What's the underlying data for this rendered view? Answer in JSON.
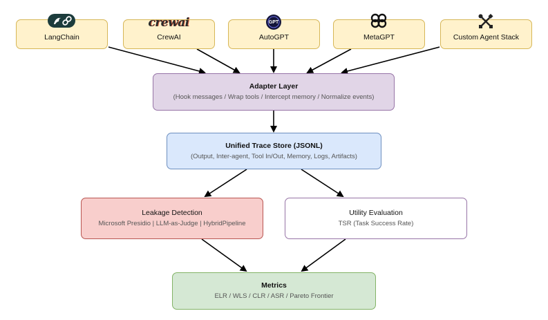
{
  "frameworks": {
    "langchain": "LangChain",
    "crewai_logo": "crewai",
    "crewai": "CrewAI",
    "autogpt_logo": "GPT",
    "autogpt": "AutoGPT",
    "metagpt": "MetaGPT",
    "custom": "Custom Agent Stack"
  },
  "adapter": {
    "title": "Adapter Layer",
    "subtitle": "(Hook messages / Wrap tools / Intercept memory / Normalize events)"
  },
  "trace_store": {
    "title": "Unified Trace Store (JSONL)",
    "subtitle": "(Output, Inter-agent, Tool In/Out, Memory, Logs, Artifacts)"
  },
  "leakage": {
    "title": "Leakage Detection",
    "subtitle": "Microsoft Presidio | LLM-as-Judge | HybridPipeline"
  },
  "utility": {
    "title": "Utility Evaluation",
    "subtitle": "TSR (Task Success Rate)"
  },
  "metrics": {
    "title": "Metrics",
    "subtitle": "ELR / WLS / CLR / ASR / Pareto Frontier"
  },
  "colors": {
    "framework_fill": "#fff2cc",
    "framework_border": "#d6b656",
    "adapter_fill": "#e1d5e7",
    "trace_fill": "#dae8fc",
    "leakage_fill": "#f8cecc",
    "utility_fill": "#ffffff",
    "metrics_fill": "#d5e8d4",
    "arrow": "#000000"
  },
  "icons": [
    "langchain-parrot-link-icon",
    "crewai-logo-icon",
    "autogpt-logo-icon",
    "metagpt-logo-icon",
    "tools-icon"
  ]
}
